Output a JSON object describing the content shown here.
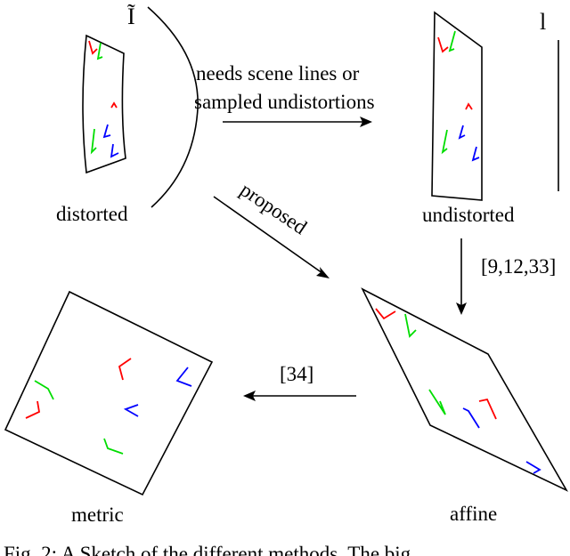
{
  "labels": {
    "distorted_symbol": "Ĩ",
    "undistorted_symbol": "l",
    "distorted": "distorted",
    "undistorted": "undistorted",
    "affine": "affine",
    "metric": "metric",
    "arrow_top_line1": "needs scene lines or",
    "arrow_top_line2": "sampled undistortions",
    "arrow_proposed": "proposed",
    "arrow_refs_down": "[9,12,33]",
    "arrow_refs_left": "[34]"
  },
  "caption": {
    "text": "Fig. 2: A Sketch of the different methods. The big..."
  },
  "colors": {
    "outline": "#000000",
    "red": "#ff0000",
    "green": "#00dd00",
    "blue": "#0000ff"
  }
}
